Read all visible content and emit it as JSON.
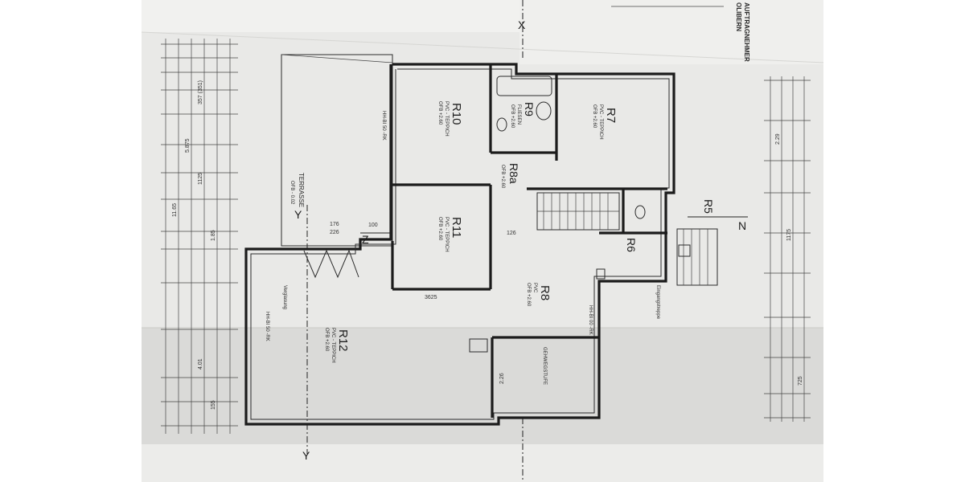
{
  "title_block": {
    "line1": "AUFTRAGNEHMER",
    "line2": "OLIBERN"
  },
  "axis_markers": {
    "x_top": "X",
    "y_left": "Y",
    "y_bottom": "Y",
    "z_right": "N",
    "z_left": "Z"
  },
  "rooms": {
    "r7": {
      "id": "R7",
      "note": "PVC - TEPPICH",
      "finish": "OFB +2.60"
    },
    "r8": {
      "id": "R8",
      "note": "PVC",
      "finish": "OFB +2.60"
    },
    "r8a": {
      "id": "R8a",
      "note": "",
      "finish": "OFB +2.60"
    },
    "r9": {
      "id": "R9",
      "note": "FLIESEN",
      "finish": "OFB +2.60"
    },
    "r10": {
      "id": "R10",
      "note": "PVC - TEPPICH",
      "finish": "OFB +2.60"
    },
    "r11": {
      "id": "R11",
      "note": "PVC - TEPPICH",
      "finish": "OFB +2.60"
    },
    "r12": {
      "id": "R12",
      "note": "PVC - TEPPICH",
      "finish": "OFB +2.60"
    },
    "r5": {
      "id": "R5",
      "note": "",
      "finish": ""
    },
    "r6": {
      "id": "R6",
      "note": "",
      "finish": ""
    }
  },
  "terrace": {
    "name": "TERRASSE",
    "finish": "OFB - 0.02"
  },
  "dimensions": {
    "d176": "176",
    "d226": "226",
    "d100": "100",
    "d126": "126",
    "d3625": "3625",
    "d1175": "1175",
    "d1125": "1125",
    "d1165": "11.65",
    "d5875": "5.875",
    "d401": "4.01",
    "d155": "155",
    "d226b": "2.26",
    "d357": "357 (351)",
    "d185": "1.85",
    "d725": "725",
    "d229": "2.29"
  },
  "labels": {
    "ri_left": "HH-BI 50 -RK",
    "ri_mid": "HH-BI 50 -RK",
    "ri_right": "HH-BI 00 -RK",
    "glazing": "Verglasung",
    "entry": "Eingangstreppe",
    "stair_note": "GEHWEGSTUFE"
  }
}
